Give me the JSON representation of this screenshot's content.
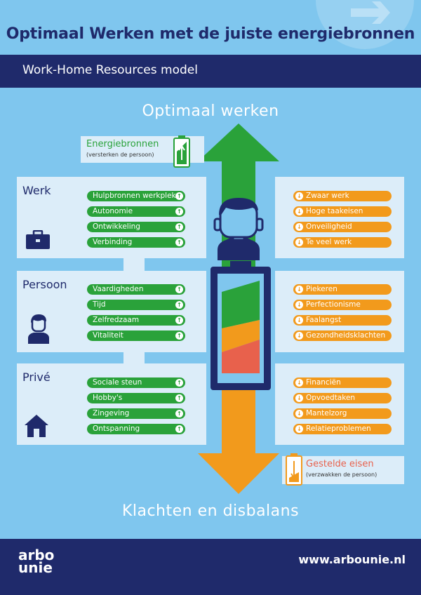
{
  "header": {
    "title": "Optimaal Werken met de juiste energiebronnen",
    "subtitle": "Work-Home Resources model"
  },
  "top_label": "Optimaal werken",
  "bottom_label": "Klachten en disbalans",
  "energiebronnen": {
    "title": "Energiebronnen",
    "sub": "(versterken de persoon)"
  },
  "gestelde_eisen": {
    "title": "Gestelde eisen",
    "sub": "(verzwakken de persoon)"
  },
  "categories": [
    {
      "name": "Werk",
      "icon": "briefcase-icon",
      "resources": [
        "Hulpbronnen werkplek",
        "Autonomie",
        "Ontwikkeling",
        "Verbinding"
      ],
      "demands": [
        "Zwaar werk",
        "Hoge taakeisen",
        "Onveiligheid",
        "Te veel werk"
      ]
    },
    {
      "name": "Persoon",
      "icon": "person-icon",
      "resources": [
        "Vaardigheden",
        "Tijd",
        "Zelfredzaam",
        "Vitaliteit"
      ],
      "demands": [
        "Piekeren",
        "Perfectionisme",
        "Faalangst",
        "Gezondheidsklachten"
      ]
    },
    {
      "name": "Privé",
      "icon": "house-icon",
      "resources": [
        "Sociale steun",
        "Hobby's",
        "Zingeving",
        "Ontspanning"
      ],
      "demands": [
        "Financiën",
        "Opvoedtaken",
        "Mantelzorg",
        "Relatieproblemen"
      ]
    }
  ],
  "footer": {
    "logo_line1": "arbo",
    "logo_line2": "unie",
    "url": "www.arbounie.nl"
  },
  "colors": {
    "background": "#7fc6ee",
    "navy": "#1f2a6b",
    "green": "#2aa23a",
    "orange": "#f29a1c",
    "red": "#e8614c",
    "panel": "#dcedf9"
  }
}
